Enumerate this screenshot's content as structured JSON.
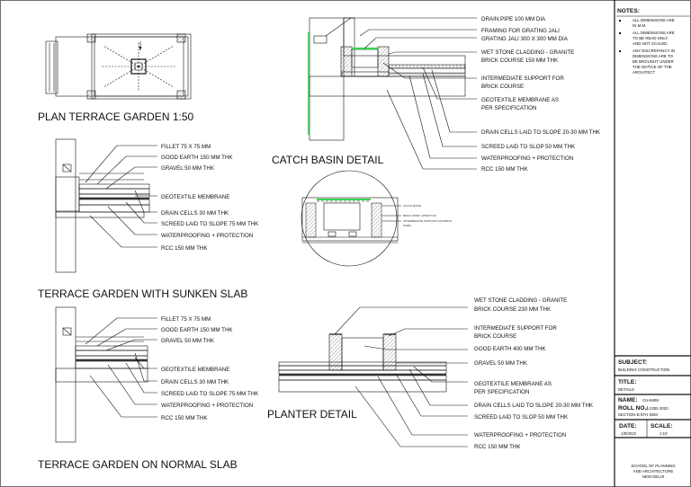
{
  "titles": {
    "plan": "PLAN TERRACE GARDEN 1:50",
    "catch_basin": "CATCH BASIN DETAIL",
    "sunken": "TERRACE GARDEN WITH SUNKEN SLAB",
    "normal": "TERRACE GARDEN ON NORMAL SLAB",
    "planter": "PLANTER DETAIL"
  },
  "catch_basin_labels": [
    "DRAIN PIPE 100 MM DIA",
    "FRAMING FOR GRATING JALI",
    "GRATING JALI 300 X 300 MM DIA",
    "WET STONE CLADDING - GRANITE",
    "BRICK COURSE 150 MM THK",
    "INTERMEDIATE SUPPORT FOR",
    "BRICK COURSE",
    "GEOTEXTILE MEMBRANE AS",
    "PER SPECIFICATION",
    "DRAIN CELLS LAID TO SLOPE 20-30 MM THK",
    "SCREED LAID TO SLOP 50 MM THK",
    "WATERPROOFING + PROTECTION",
    "RCC 150 MM THK"
  ],
  "circle_labels": [
    "CATCH BASIN",
    "BRICK WORK 115MM THK",
    "INTERMEDIATE SUPPORT FOR BRICK",
    "WORK"
  ],
  "sunken_labels": [
    "FILLET 75 X 75 MM",
    "GOOD EARTH 150 MM THK",
    "GRAVEL 50 MM THK",
    "GEOTEXTILE MEMBRANE",
    "DRAIN CELLS 30 MM THK",
    "SCREED LAID TO SLOPE 75 MM THK",
    "WATERPROOFING + PROTECTION",
    "RCC 150 MM THK"
  ],
  "normal_labels": [
    "FILLET 75 X 75 MM",
    "GOOD EARTH 150 MM THK",
    "GRAVEL 50 MM THK",
    "GEOTEXTILE MEMBRANE",
    "DRAIN CELLS 30 MM THK",
    "SCREED LAID TO SLOPE 75 MM THK",
    "WATERPROOFING + PROTECTION",
    "RCC 150 MM THK"
  ],
  "planter_labels": [
    "WET STONE CLADDING - GRANITE",
    "BRICK COURSE 230 MM THK",
    "INTERMEDIATE SUPPORT FOR",
    "BRICK COURSE",
    "GOOD EARTH 400 MM THK",
    "GRAVEL 50 MM THK",
    "GEOTEXTILE MEMBRANE AS",
    "PER SPECIFICATION",
    "DRAIN CELLS LAID TO SLOPE 20-30 MM THK",
    "SCREED LAID TO SLOP 50 MM THK",
    "WATERPROOFING + PROTECTION",
    "RCC 150 MM THK"
  ],
  "notes": {
    "heading": "NOTES:",
    "items": [
      [
        "ALL DIMENSIONS ARE",
        "IN M.M."
      ],
      [
        "ALL DIMENSIONS ARE",
        "TO BE READ ONLY",
        "AND NOT SCALED."
      ],
      [
        "ANY DISCREPANCY IN",
        "DIMENSIONS ARE TO",
        "BE BROUGHT UNDER",
        "THE NOTICE OF THE",
        "ARCHITECT"
      ]
    ]
  },
  "title_block": {
    "subject_label": "SUBJECT:",
    "subject_value": "BUILDING CONSTRUCTION",
    "title_label": "TITLE:",
    "title_value": "DETAILS",
    "name_label": "NAME:",
    "name_value": "CHAMINI",
    "roll_label": "ROLL NO.:",
    "roll_value": "A 2305 2020",
    "section_value": "SECTION B 5TH SEM",
    "date_label": "DATE:",
    "date_value": "1/9/2022",
    "scale_label": "SCALE:",
    "scale_value": "1:10",
    "school": [
      "SCHOOL OF PLANNING",
      "AND ARCHITECTURE",
      "NEW DELHI"
    ]
  },
  "colors": {
    "accent_green": "#39d353",
    "line": "#111111"
  }
}
